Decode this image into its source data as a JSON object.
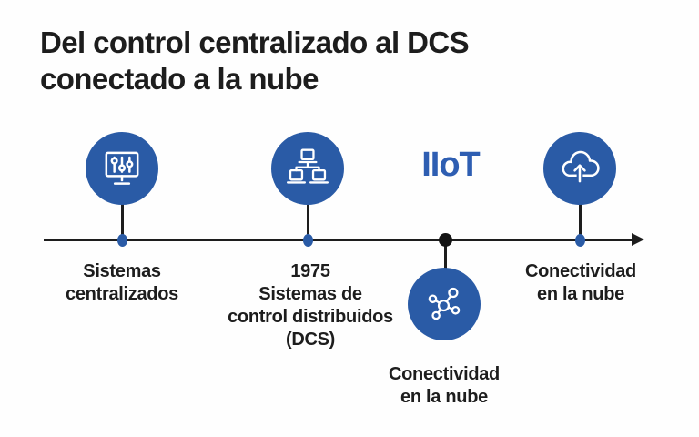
{
  "title": {
    "line1": "Del control centralizado al DCS",
    "line2": "conectado a la nube"
  },
  "colors": {
    "node_blue": "#2a5ba6",
    "iiot_blue": "#2e5eb2",
    "ink": "#1d1d1d"
  },
  "timeline": {
    "nodes": [
      {
        "name": "sistemas-centralizados",
        "icon": "monitor-sliders-icon",
        "lines": [
          "Sistemas",
          "centralizados"
        ]
      },
      {
        "name": "dcs-1975",
        "icon": "network-computers-icon",
        "lines": [
          "1975",
          "Sistemas de",
          "control distribuidos",
          "(DCS)"
        ]
      },
      {
        "name": "iiot-conectividad",
        "heading": "IIoT",
        "icon": "molecule-network-icon",
        "lines": [
          "Conectividad",
          "en la nube"
        ]
      },
      {
        "name": "conectividad-nube",
        "icon": "cloud-upload-icon",
        "lines": [
          "Conectividad",
          "en la nube"
        ]
      }
    ]
  }
}
